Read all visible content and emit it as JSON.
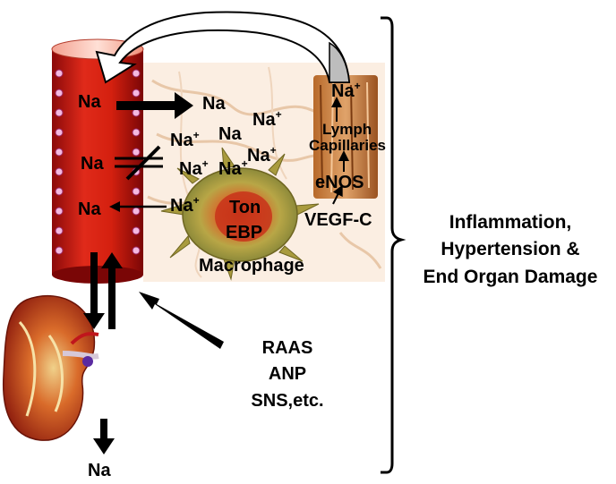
{
  "vessel": {
    "na_top": "Na",
    "na_mid": "Na",
    "na_low": "Na"
  },
  "interstitium": {
    "na_plain": "Na",
    "na_plain2": "Na",
    "na_ion": "Na",
    "plus": "+"
  },
  "macrophage": {
    "ton": "Ton",
    "ebp": "EBP",
    "label": "Macrophage"
  },
  "lymph": {
    "na_ion": "Na",
    "plus": "+",
    "lymph": "Lymph",
    "capillaries": "Capillaries",
    "enos": "eNOS",
    "vegfc": "VEGF-C"
  },
  "regulators": {
    "line1": "RAAS",
    "line2": "ANP",
    "line3": "SNS,etc."
  },
  "kidney": {
    "na_out": "Na"
  },
  "outcome": {
    "line1": "Inflammation,",
    "line2": "Hypertension &",
    "line3": "End Organ Damage"
  }
}
